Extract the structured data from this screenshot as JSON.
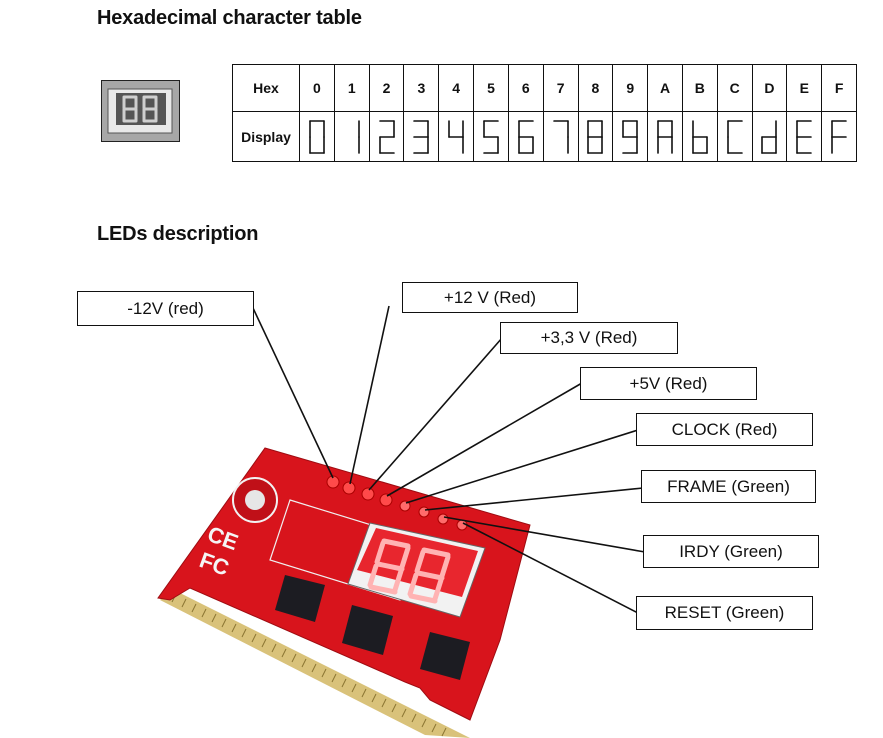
{
  "headings": {
    "hex_table": "Hexadecimal character table",
    "leds": "LEDs description"
  },
  "hex_table": {
    "row1_header": "Hex",
    "row2_header": "Display",
    "hex": [
      "0",
      "1",
      "2",
      "3",
      "4",
      "5",
      "6",
      "7",
      "8",
      "9",
      "A",
      "B",
      "C",
      "D",
      "E",
      "F"
    ],
    "display_glyphs": [
      "0",
      "1",
      "2",
      "3",
      "4",
      "5",
      "6",
      "7",
      "8",
      "9",
      "A",
      "b",
      "C",
      "d",
      "E",
      "F"
    ]
  },
  "leds": {
    "minus12": "-12V (red)",
    "plus12": "+12 V (Red)",
    "plus33": "+3,3 V (Red)",
    "plus5": "+5V (Red)",
    "clock": "CLOCK (Red)",
    "frame": "FRAME (Green)",
    "irdy": "IRDY (Green)",
    "reset": "RESET (Green)"
  },
  "colors": {
    "board_red": "#d8141c",
    "display_red": "#e8262e",
    "chip_black": "#1c1c22",
    "gold": "#c9a24a"
  }
}
